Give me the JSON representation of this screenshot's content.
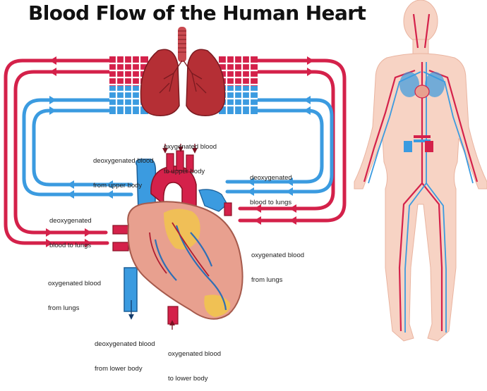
{
  "title": "Blood Flow of the Human Heart",
  "labels": {
    "oxy_upper": [
      "oxygenated blood",
      "to upper body"
    ],
    "deoxy_upper": [
      "deoxygenated blood",
      "from upper body"
    ],
    "deoxy_lungs_right": [
      "deoxygenated",
      "blood to lungs"
    ],
    "deoxy_lungs_left": [
      "deoxygenated",
      "blood to lungs"
    ],
    "oxy_lungs_right": [
      "oxygenated blood",
      "from lungs"
    ],
    "oxy_lungs_left": [
      "oxygenated blood",
      "from lungs"
    ],
    "deoxy_lower": [
      "deoxygenated blood",
      "from lower body"
    ],
    "oxy_lower": [
      "oxygenated blood",
      "to lower body"
    ]
  },
  "colors": {
    "oxygenated": "#d4214a",
    "deoxygenated": "#3b9be0",
    "heart": "#e8a08f",
    "body_skin": "#f7d3c4",
    "lungs": "#b52f35"
  }
}
